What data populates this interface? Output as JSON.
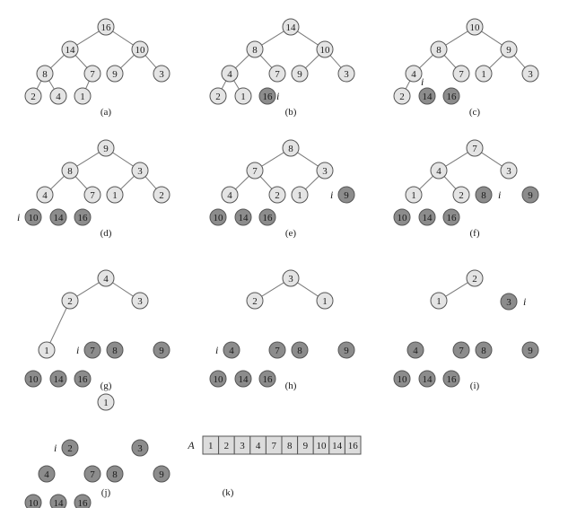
{
  "colors": {
    "node_light": "#e4e4e4",
    "node_dark": "#8c8c8c",
    "edge": "#7a7a7a",
    "cell": "#dcdcdc"
  },
  "pointer_label": "i",
  "panels": [
    {
      "caption": "(a)",
      "pointer": null,
      "nodes": [
        {
          "v": "16",
          "d": false
        },
        {
          "v": "14",
          "d": false
        },
        {
          "v": "10",
          "d": false
        },
        {
          "v": "8",
          "d": false
        },
        {
          "v": "7",
          "d": false
        },
        {
          "v": "9",
          "d": false
        },
        {
          "v": "3",
          "d": false
        },
        {
          "v": "2",
          "d": false
        },
        {
          "v": "4",
          "d": false
        },
        {
          "v": "1",
          "d": false
        }
      ],
      "edges": [
        [
          0,
          1
        ],
        [
          0,
          2
        ],
        [
          1,
          3
        ],
        [
          1,
          4
        ],
        [
          2,
          5
        ],
        [
          2,
          6
        ],
        [
          3,
          7
        ],
        [
          3,
          8
        ],
        [
          4,
          9
        ]
      ]
    },
    {
      "caption": "(b)",
      "pointer": 9,
      "nodes": [
        {
          "v": "14",
          "d": false
        },
        {
          "v": "8",
          "d": false
        },
        {
          "v": "10",
          "d": false
        },
        {
          "v": "4",
          "d": false
        },
        {
          "v": "7",
          "d": false
        },
        {
          "v": "9",
          "d": false
        },
        {
          "v": "3",
          "d": false
        },
        {
          "v": "2",
          "d": false
        },
        {
          "v": "1",
          "d": false
        },
        {
          "v": "16",
          "d": true
        }
      ],
      "edges": [
        [
          0,
          1
        ],
        [
          0,
          2
        ],
        [
          1,
          3
        ],
        [
          1,
          4
        ],
        [
          2,
          5
        ],
        [
          2,
          6
        ],
        [
          3,
          7
        ],
        [
          3,
          8
        ]
      ]
    },
    {
      "caption": "(c)",
      "pointer": 8,
      "nodes": [
        {
          "v": "10",
          "d": false
        },
        {
          "v": "8",
          "d": false
        },
        {
          "v": "9",
          "d": false
        },
        {
          "v": "4",
          "d": false
        },
        {
          "v": "7",
          "d": false
        },
        {
          "v": "1",
          "d": false
        },
        {
          "v": "3",
          "d": false
        },
        {
          "v": "2",
          "d": false
        },
        {
          "v": "14",
          "d": true
        },
        {
          "v": "16",
          "d": true
        }
      ],
      "edges": [
        [
          0,
          1
        ],
        [
          0,
          2
        ],
        [
          1,
          3
        ],
        [
          1,
          4
        ],
        [
          2,
          5
        ],
        [
          2,
          6
        ],
        [
          3,
          7
        ]
      ]
    },
    {
      "caption": "(d)",
      "pointer": 7,
      "nodes": [
        {
          "v": "9",
          "d": false
        },
        {
          "v": "8",
          "d": false
        },
        {
          "v": "3",
          "d": false
        },
        {
          "v": "4",
          "d": false
        },
        {
          "v": "7",
          "d": false
        },
        {
          "v": "1",
          "d": false
        },
        {
          "v": "2",
          "d": false
        },
        {
          "v": "10",
          "d": true
        },
        {
          "v": "14",
          "d": true
        },
        {
          "v": "16",
          "d": true
        }
      ],
      "edges": [
        [
          0,
          1
        ],
        [
          0,
          2
        ],
        [
          1,
          3
        ],
        [
          1,
          4
        ],
        [
          2,
          5
        ],
        [
          2,
          6
        ]
      ]
    },
    {
      "caption": "(e)",
      "pointer": 6,
      "nodes": [
        {
          "v": "8",
          "d": false
        },
        {
          "v": "7",
          "d": false
        },
        {
          "v": "3",
          "d": false
        },
        {
          "v": "4",
          "d": false
        },
        {
          "v": "2",
          "d": false
        },
        {
          "v": "1",
          "d": false
        },
        {
          "v": "9",
          "d": true
        },
        {
          "v": "10",
          "d": true
        },
        {
          "v": "14",
          "d": true
        },
        {
          "v": "16",
          "d": true
        }
      ],
      "edges": [
        [
          0,
          1
        ],
        [
          0,
          2
        ],
        [
          1,
          3
        ],
        [
          1,
          4
        ],
        [
          2,
          5
        ]
      ]
    },
    {
      "caption": "(f)",
      "pointer": 5,
      "nodes": [
        {
          "v": "7",
          "d": false
        },
        {
          "v": "4",
          "d": false
        },
        {
          "v": "3",
          "d": false
        },
        {
          "v": "1",
          "d": false
        },
        {
          "v": "2",
          "d": false
        },
        {
          "v": "8",
          "d": true
        },
        {
          "v": "9",
          "d": true
        },
        {
          "v": "10",
          "d": true
        },
        {
          "v": "14",
          "d": true
        },
        {
          "v": "16",
          "d": true
        }
      ],
      "edges": [
        [
          0,
          1
        ],
        [
          0,
          2
        ],
        [
          1,
          3
        ],
        [
          1,
          4
        ]
      ]
    },
    {
      "caption": "(g)",
      "pointer": 4,
      "nodes": [
        {
          "v": "4",
          "d": false
        },
        {
          "v": "2",
          "d": false
        },
        {
          "v": "3",
          "d": false
        },
        {
          "v": "1",
          "d": false
        },
        {
          "v": "7",
          "d": true
        },
        {
          "v": "8",
          "d": true
        },
        {
          "v": "9",
          "d": true
        },
        {
          "v": "10",
          "d": true
        },
        {
          "v": "14",
          "d": true
        },
        {
          "v": "16",
          "d": true
        }
      ],
      "edges": [
        [
          0,
          1
        ],
        [
          0,
          2
        ],
        [
          1,
          3
        ]
      ]
    },
    {
      "caption": "(h)",
      "pointer": 3,
      "nodes": [
        {
          "v": "3",
          "d": false
        },
        {
          "v": "2",
          "d": false
        },
        {
          "v": "1",
          "d": false
        },
        {
          "v": "4",
          "d": true
        },
        {
          "v": "7",
          "d": true
        },
        {
          "v": "8",
          "d": true
        },
        {
          "v": "9",
          "d": true
        },
        {
          "v": "10",
          "d": true
        },
        {
          "v": "14",
          "d": true
        },
        {
          "v": "16",
          "d": true
        }
      ],
      "edges": [
        [
          0,
          1
        ],
        [
          0,
          2
        ]
      ]
    },
    {
      "caption": "(i)",
      "pointer": 2,
      "nodes": [
        {
          "v": "2",
          "d": false
        },
        {
          "v": "1",
          "d": false
        },
        {
          "v": "3",
          "d": true
        },
        {
          "v": "4",
          "d": true
        },
        {
          "v": "7",
          "d": true
        },
        {
          "v": "8",
          "d": true
        },
        {
          "v": "9",
          "d": true
        },
        {
          "v": "10",
          "d": true
        },
        {
          "v": "14",
          "d": true
        },
        {
          "v": "16",
          "d": true
        }
      ],
      "edges": [
        [
          0,
          1
        ]
      ]
    },
    {
      "caption": "(j)",
      "pointer": 1,
      "nodes": [
        {
          "v": "1",
          "d": false
        },
        {
          "v": "2",
          "d": true
        },
        {
          "v": "3",
          "d": true
        },
        {
          "v": "4",
          "d": true
        },
        {
          "v": "7",
          "d": true
        },
        {
          "v": "8",
          "d": true
        },
        {
          "v": "9",
          "d": true
        },
        {
          "v": "10",
          "d": true
        },
        {
          "v": "14",
          "d": true
        },
        {
          "v": "16",
          "d": true
        }
      ],
      "edges": []
    }
  ],
  "array": {
    "label": "A",
    "values": [
      "1",
      "2",
      "3",
      "4",
      "7",
      "8",
      "9",
      "10",
      "14",
      "16"
    ],
    "caption": "(k)"
  }
}
